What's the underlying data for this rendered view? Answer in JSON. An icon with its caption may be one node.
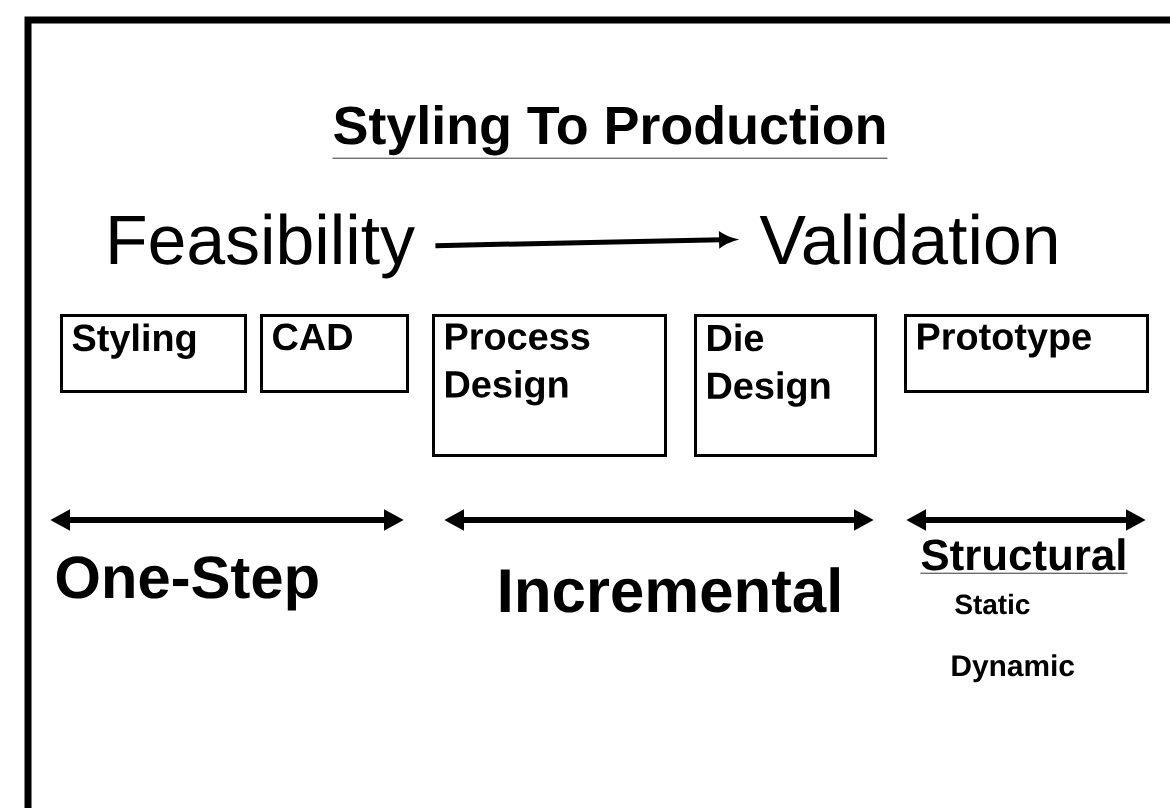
{
  "diagram": {
    "title": "Styling To Production",
    "nodes": [
      {
        "text": [
          "Feasibility"
        ]
      },
      {
        "text": [
          "Validation"
        ]
      },
      {
        "text": [
          "Styling"
        ]
      },
      {
        "text": [
          "CAD"
        ]
      },
      {
        "text": [
          "Process Design"
        ]
      },
      {
        "text": [
          "Die Design"
        ]
      },
      {
        "text": [
          "Prototype"
        ]
      }
    ],
    "edges": [
      {
        "from": 0,
        "to": 1,
        "arrow": "to"
      }
    ],
    "labels": [
      "One-Step",
      "Incremental",
      "Structural",
      "Static",
      "Dynamic"
    ]
  }
}
